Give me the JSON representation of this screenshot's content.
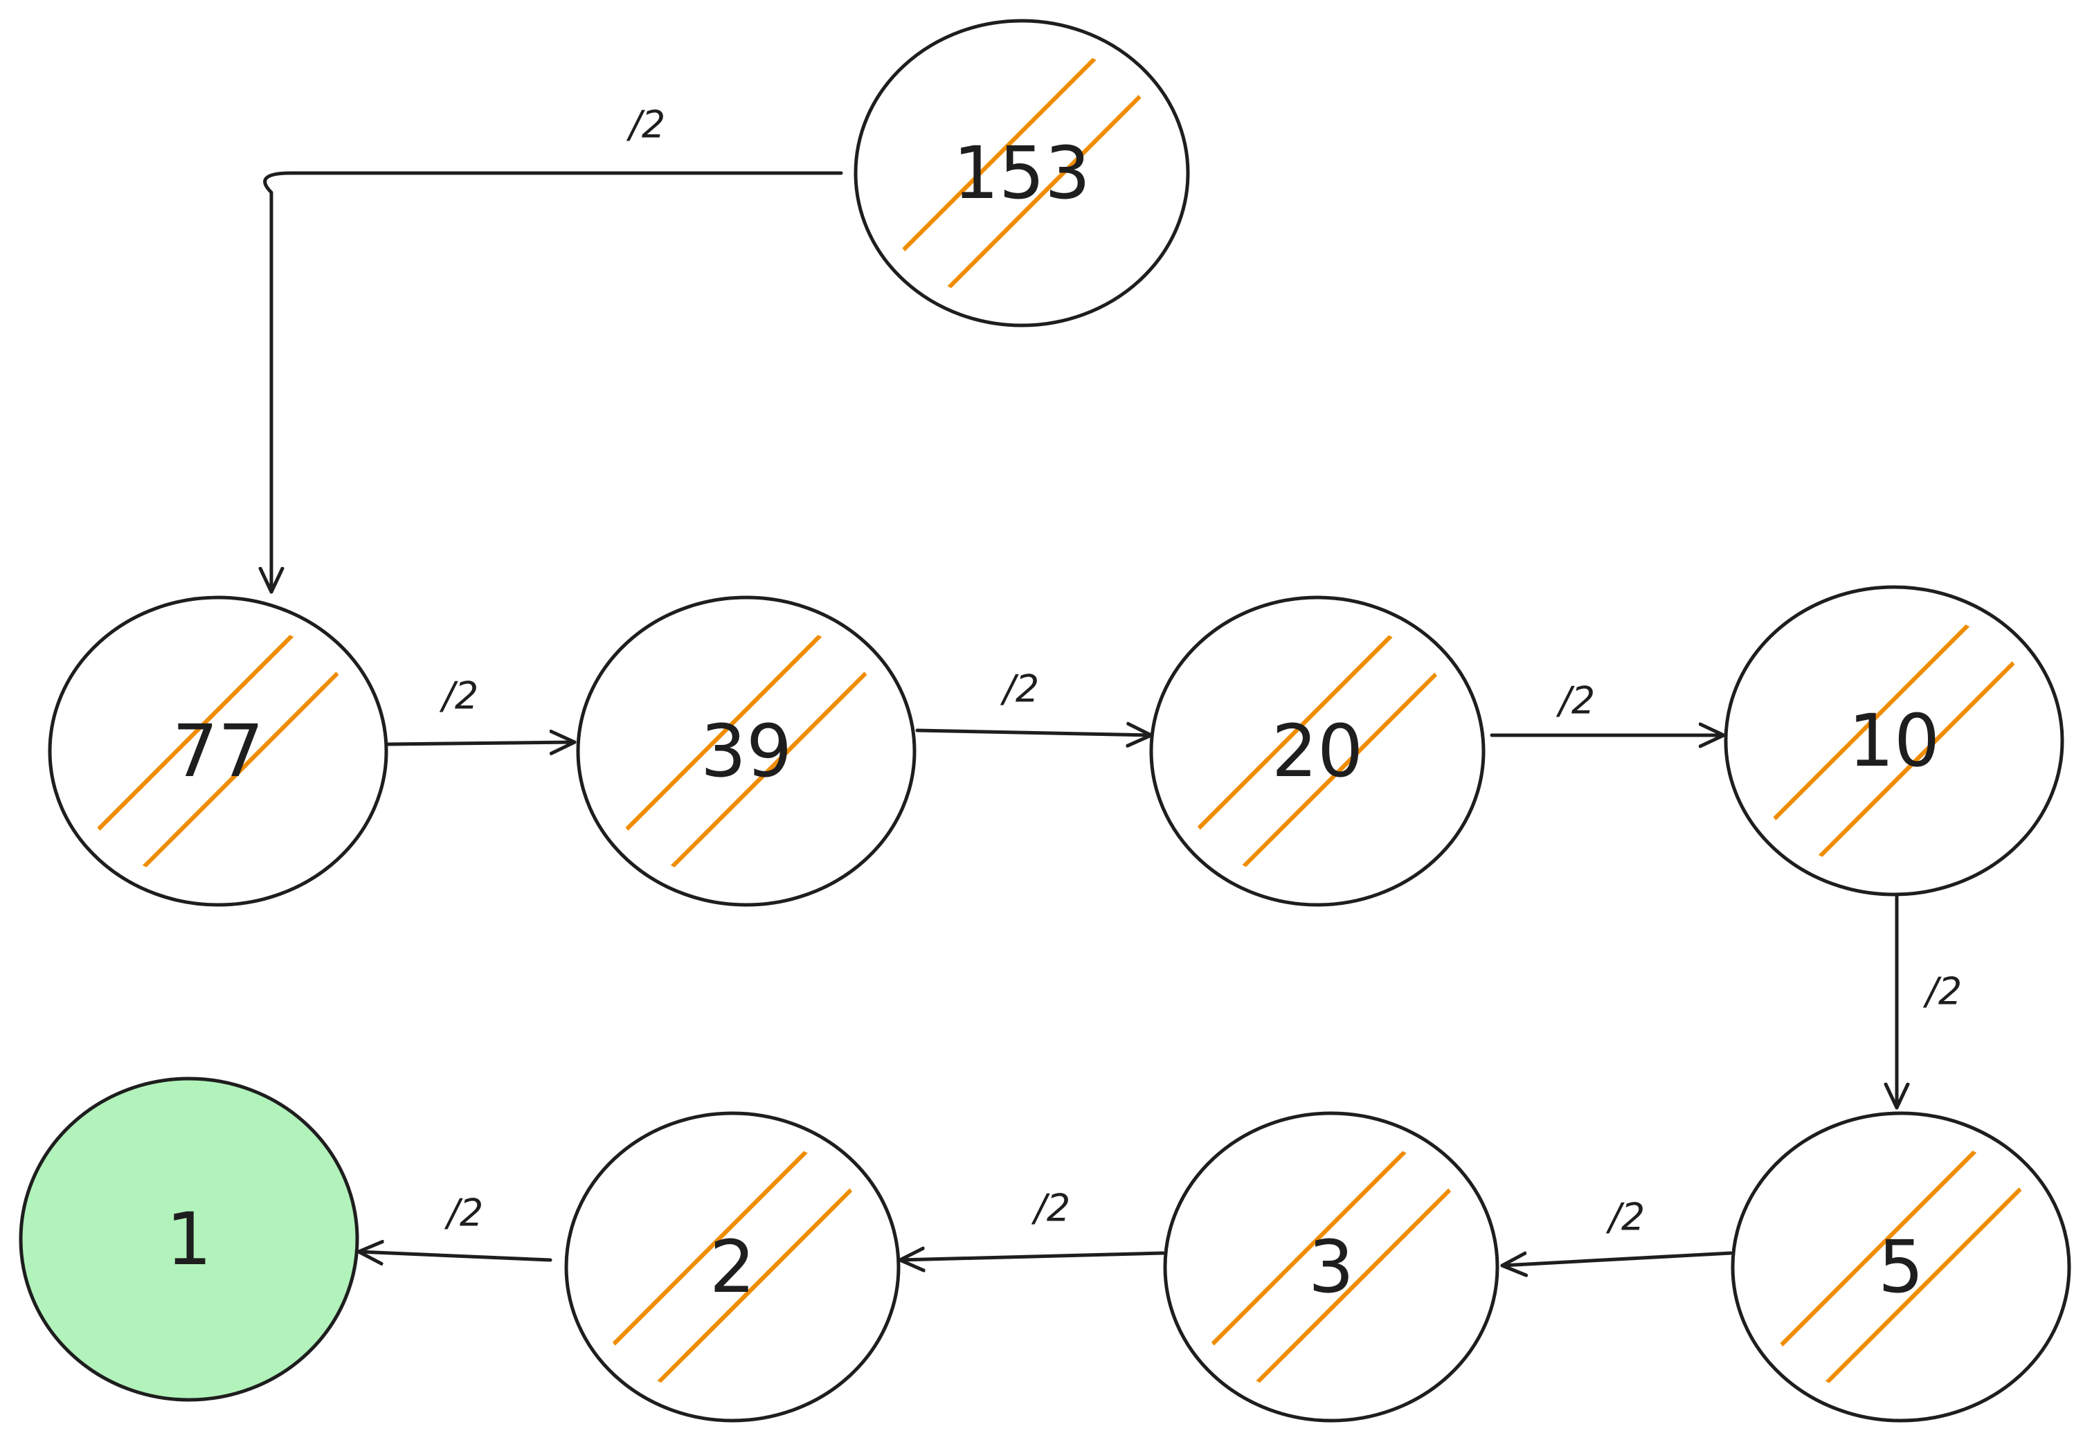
{
  "colors": {
    "stroke": "#1e1e1e",
    "hatch": "#f08c00",
    "node_fill": "#ffffff",
    "goal_fill": "#b2f2bb"
  },
  "nodes": [
    {
      "id": "n153",
      "label": "153",
      "goal": false
    },
    {
      "id": "n77",
      "label": "77",
      "goal": false
    },
    {
      "id": "n39",
      "label": "39",
      "goal": false
    },
    {
      "id": "n20",
      "label": "20",
      "goal": false
    },
    {
      "id": "n10",
      "label": "10",
      "goal": false
    },
    {
      "id": "n5",
      "label": "5",
      "goal": false
    },
    {
      "id": "n3",
      "label": "3",
      "goal": false
    },
    {
      "id": "n2",
      "label": "2",
      "goal": false
    },
    {
      "id": "n1",
      "label": "1",
      "goal": true
    }
  ],
  "edges": [
    {
      "from": "n153",
      "to": "n77",
      "label": "/2"
    },
    {
      "from": "n77",
      "to": "n39",
      "label": "/2"
    },
    {
      "from": "n39",
      "to": "n20",
      "label": "/2"
    },
    {
      "from": "n20",
      "to": "n10",
      "label": "/2"
    },
    {
      "from": "n10",
      "to": "n5",
      "label": "/2"
    },
    {
      "from": "n5",
      "to": "n3",
      "label": "/2"
    },
    {
      "from": "n3",
      "to": "n2",
      "label": "/2"
    },
    {
      "from": "n2",
      "to": "n1",
      "label": "/2"
    }
  ]
}
